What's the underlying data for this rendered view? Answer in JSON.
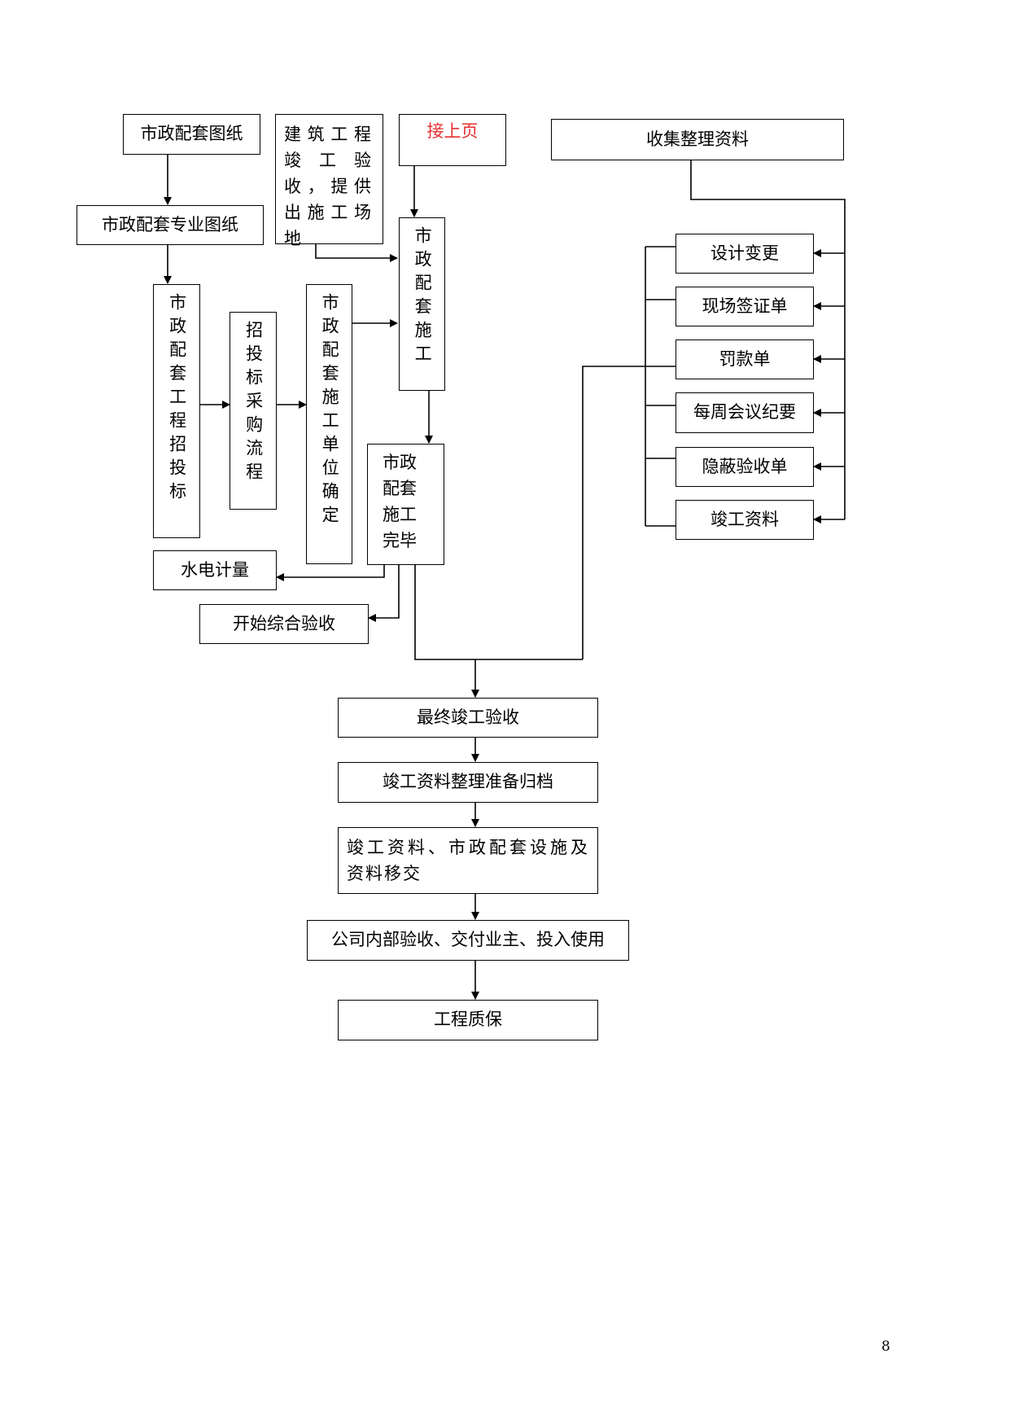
{
  "nodes": {
    "drawings": "市政配套图纸",
    "special_drawings": "市政配套专业图纸",
    "building_acceptance": "建筑工程竣工验收，提供出施工场地",
    "continued": "接上页",
    "collect": "收集整理资料",
    "bidding": "市政配套工程招投标",
    "procurement": "招投标采购流程",
    "contractor": "市政配套施工单位确定",
    "construction": "市政配套施工",
    "finished": "市政配套施工完毕",
    "metering": "水电计量",
    "comprehensive": "开始综合验收",
    "design_change": "设计变更",
    "site_visa": "现场签证单",
    "penalty": "罚款单",
    "weekly_minutes": "每周会议纪要",
    "concealed": "隐蔽验收单",
    "completion_docs": "竣工资料",
    "final_acceptance": "最终竣工验收",
    "archive": "竣工资料整理准备归档",
    "handover": "竣工资料、市政配套设施及资料移交",
    "internal": "公司内部验收、交付业主、投入使用",
    "warranty": "工程质保"
  },
  "page_number": "8",
  "colors": {
    "line": "#000000",
    "highlight_text": "#e53030"
  }
}
